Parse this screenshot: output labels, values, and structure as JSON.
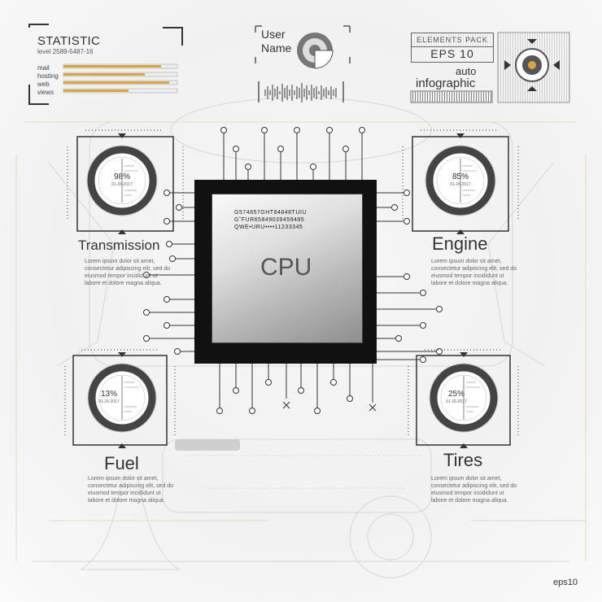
{
  "statistic": {
    "title": "STATISTIC",
    "level": "level 2589-5487-16",
    "items": [
      "mail",
      "hosting",
      "web",
      "views"
    ]
  },
  "user": {
    "line1": "User",
    "line2": "Name"
  },
  "elements_pack": {
    "header": "ELEMENTS PACK",
    "version": "EPS 10",
    "line1": "auto",
    "line2": "infographic"
  },
  "cpu": {
    "label": "CPU",
    "code_lines": [
      "G574857GHT84848TUIU",
      "G˜FUR65849039459485",
      "QWE•URU••••11233345"
    ]
  },
  "gauges": {
    "transmission": {
      "title": "Transmission",
      "percent": "98%",
      "date": "01-26-2017"
    },
    "engine": {
      "title": "Engine",
      "percent": "85%",
      "date": "01-26-2017"
    },
    "fuel": {
      "title": "Fuel",
      "percent": "13%",
      "date": "01-26-2017"
    },
    "tires": {
      "title": "Tires",
      "percent": "25%",
      "date": "01-26-2017"
    }
  },
  "lorem": {
    "line1": "Lorem ipsum dolor sit amet,",
    "line2": "consectetur adipiscing elit, sed do",
    "line3": "eiusmod tempor incididunt ut",
    "line4": "labore et dolore magna aliqua."
  },
  "footer": {
    "label": "eps10"
  },
  "colors": {
    "accent": "#d9a441",
    "dark": "#111111",
    "line": "#555555"
  },
  "icons": [
    "pie-chart-icon",
    "sound-wave-icon",
    "gear-emblem-icon"
  ]
}
